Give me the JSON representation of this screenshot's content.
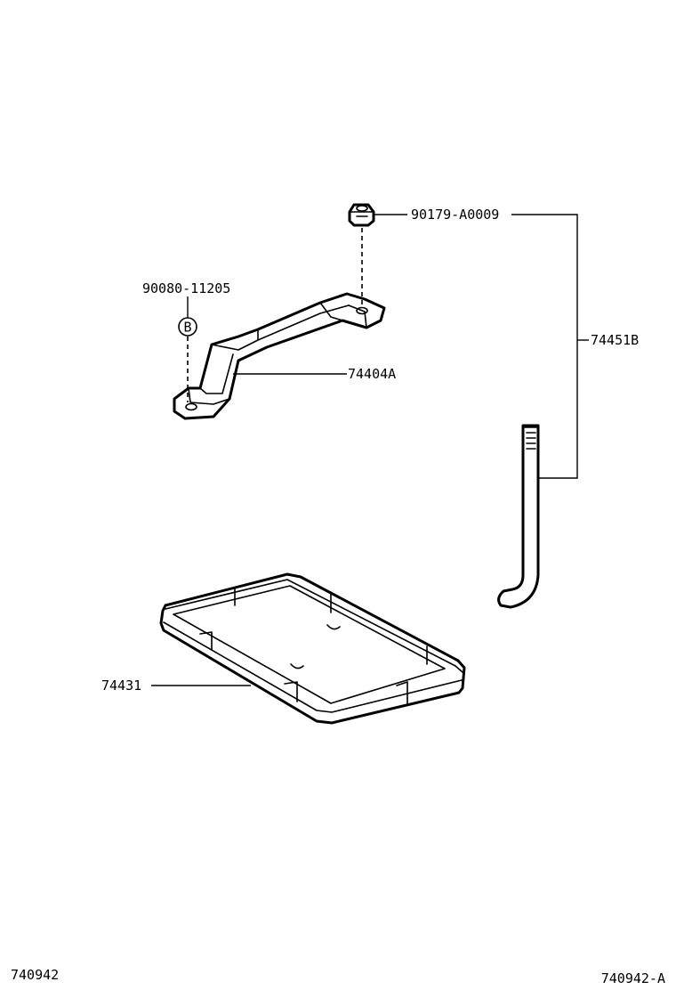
{
  "callouts": {
    "nut": "90179-A0009",
    "bolt_clip": "90080-11205",
    "clamp": "74404A",
    "assembly": "74451B",
    "tray": "74431"
  },
  "bolt_marker": "B",
  "footer": {
    "left_code": "740942",
    "right_code": "740942-A"
  }
}
